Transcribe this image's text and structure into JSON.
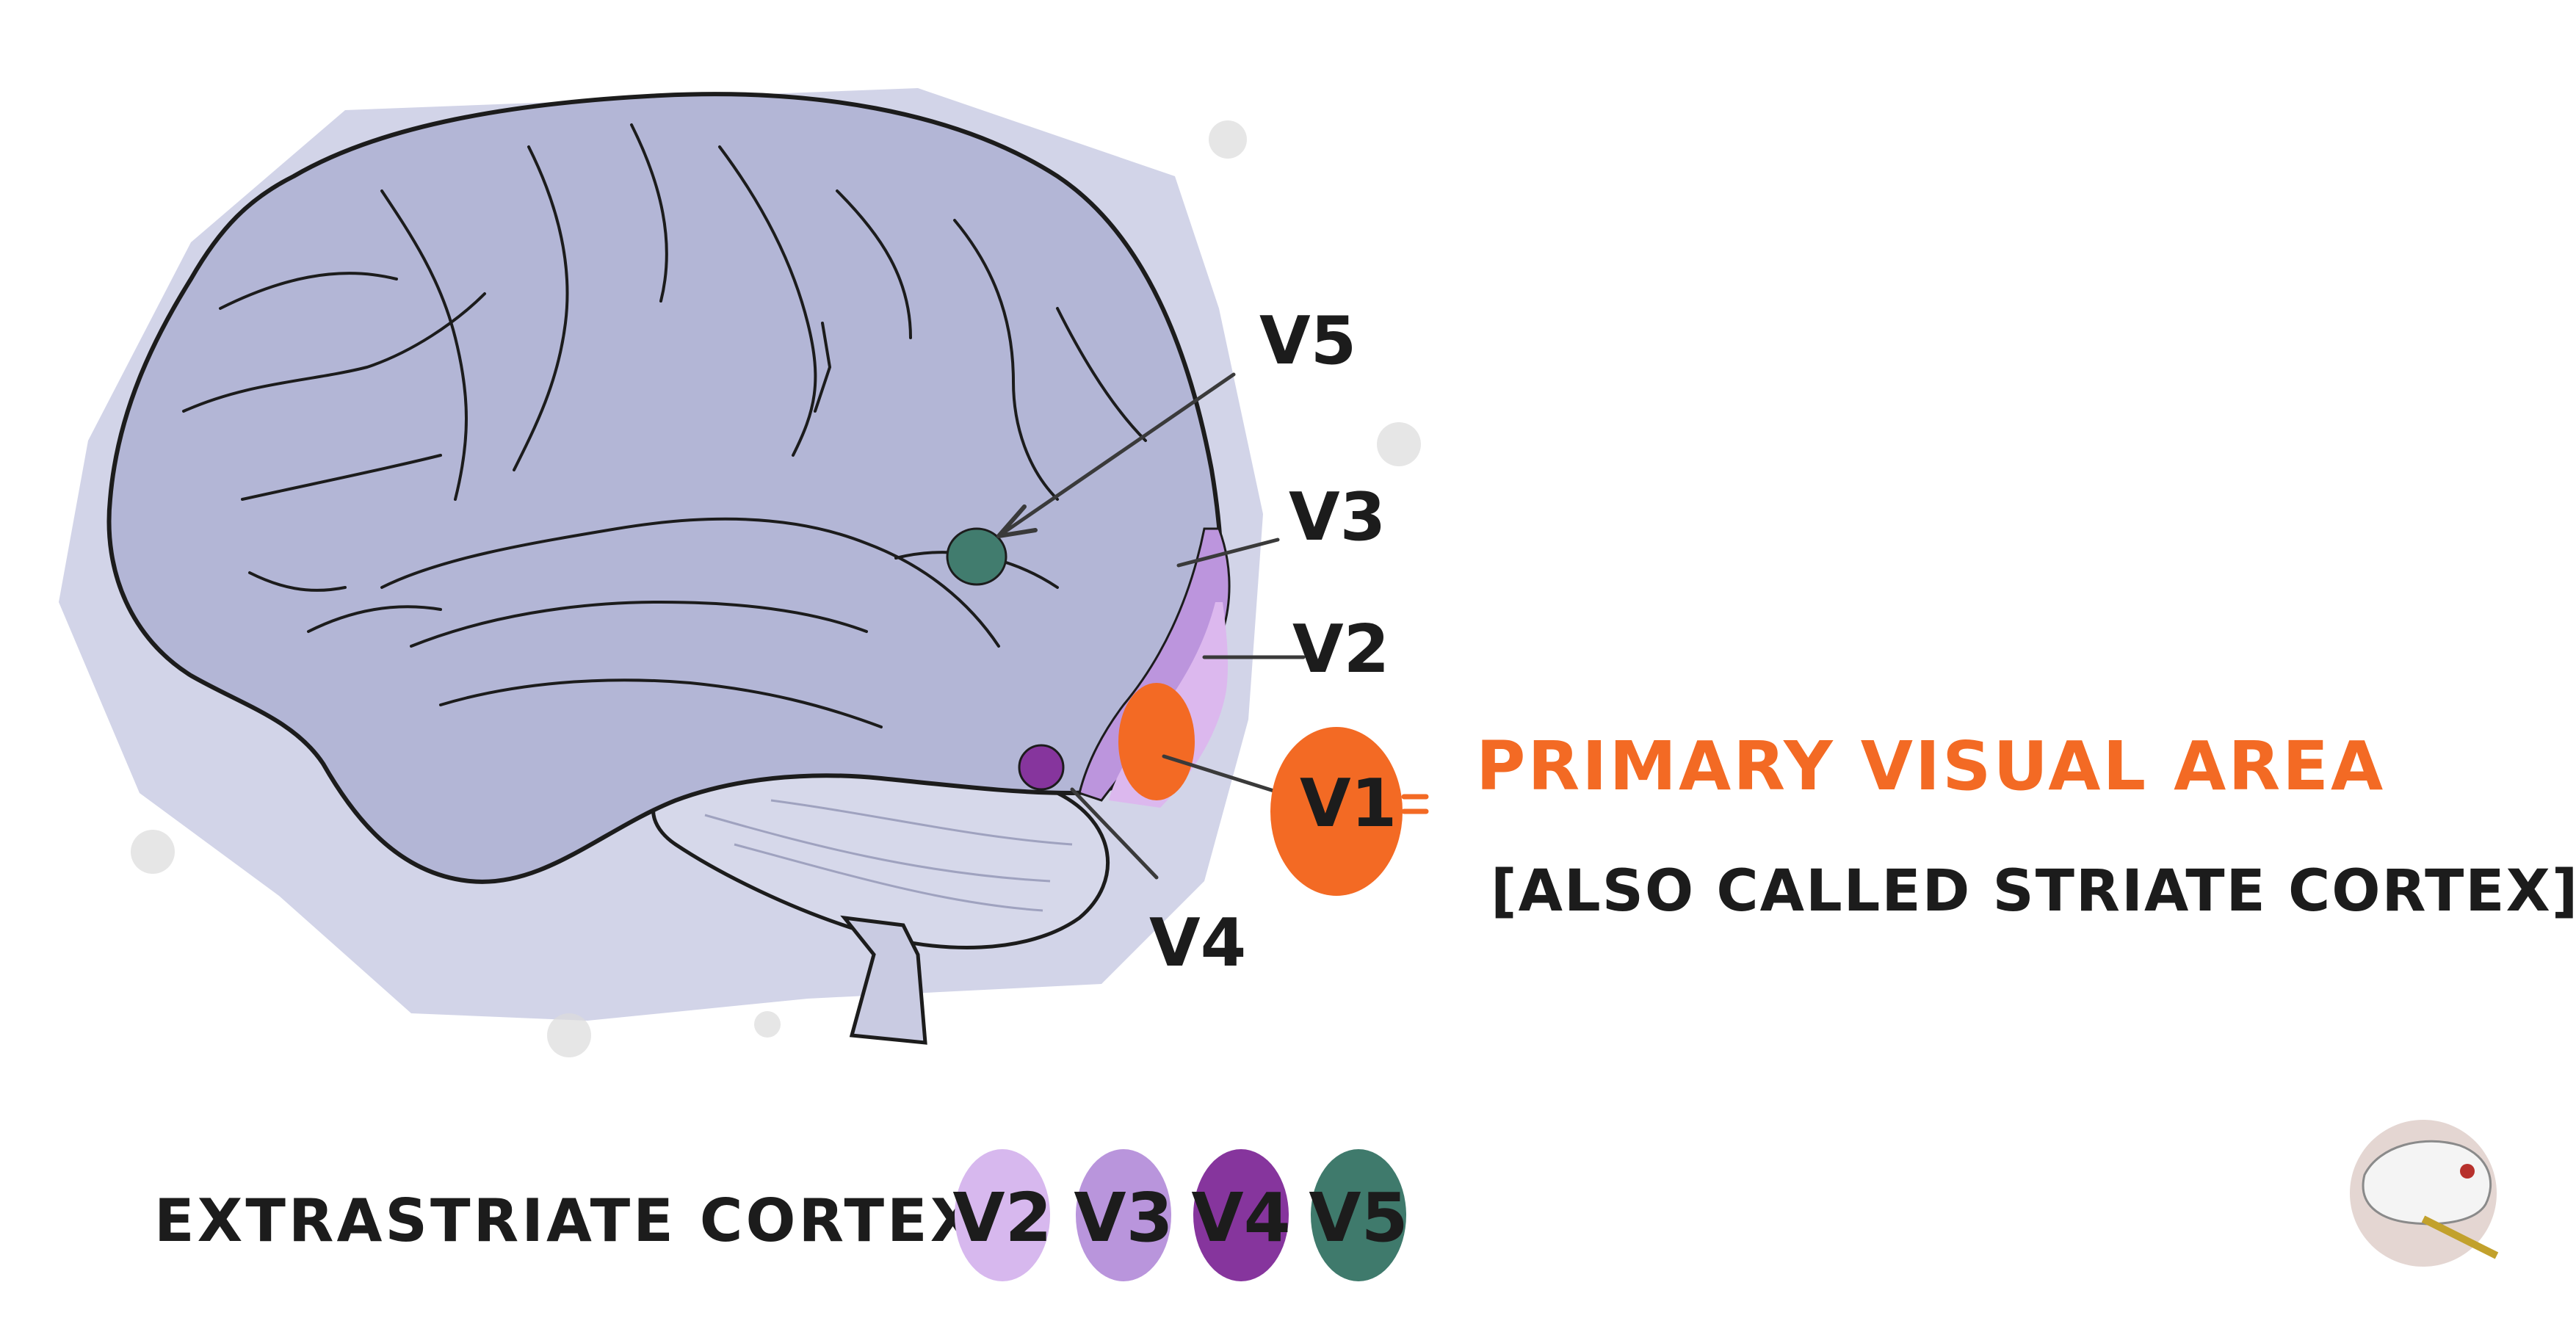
{
  "labels": {
    "v5": "V5",
    "v3": "V3",
    "v2": "V2",
    "v1": "V1",
    "v4": "V4",
    "primary_title": "PRIMARY VISUAL AREA",
    "primary_subtitle": "[ALSO CALLED STRIATE CORTEX]"
  },
  "legend": {
    "heading": "EXTRASTRIATE CORTEX :",
    "chips": [
      {
        "label": "V2",
        "color": "#d7b8ee"
      },
      {
        "label": "V3",
        "color": "#b995dc"
      },
      {
        "label": "V4",
        "color": "#86359d"
      },
      {
        "label": "V5",
        "color": "#3f7a6c"
      }
    ]
  },
  "colors": {
    "brain": "#b3b6d6",
    "wash": "#c3c6e0",
    "cerebellum": "#d6d8ea",
    "v1": "#f36a24",
    "v2": "#dcb8ee",
    "v3": "#bc95dd",
    "v4": "#86359d",
    "v5": "#417c6e",
    "accent_text": "#f36a24",
    "ink": "#1c1c1c"
  },
  "icons": [
    "brain-thumbnail-icon"
  ]
}
